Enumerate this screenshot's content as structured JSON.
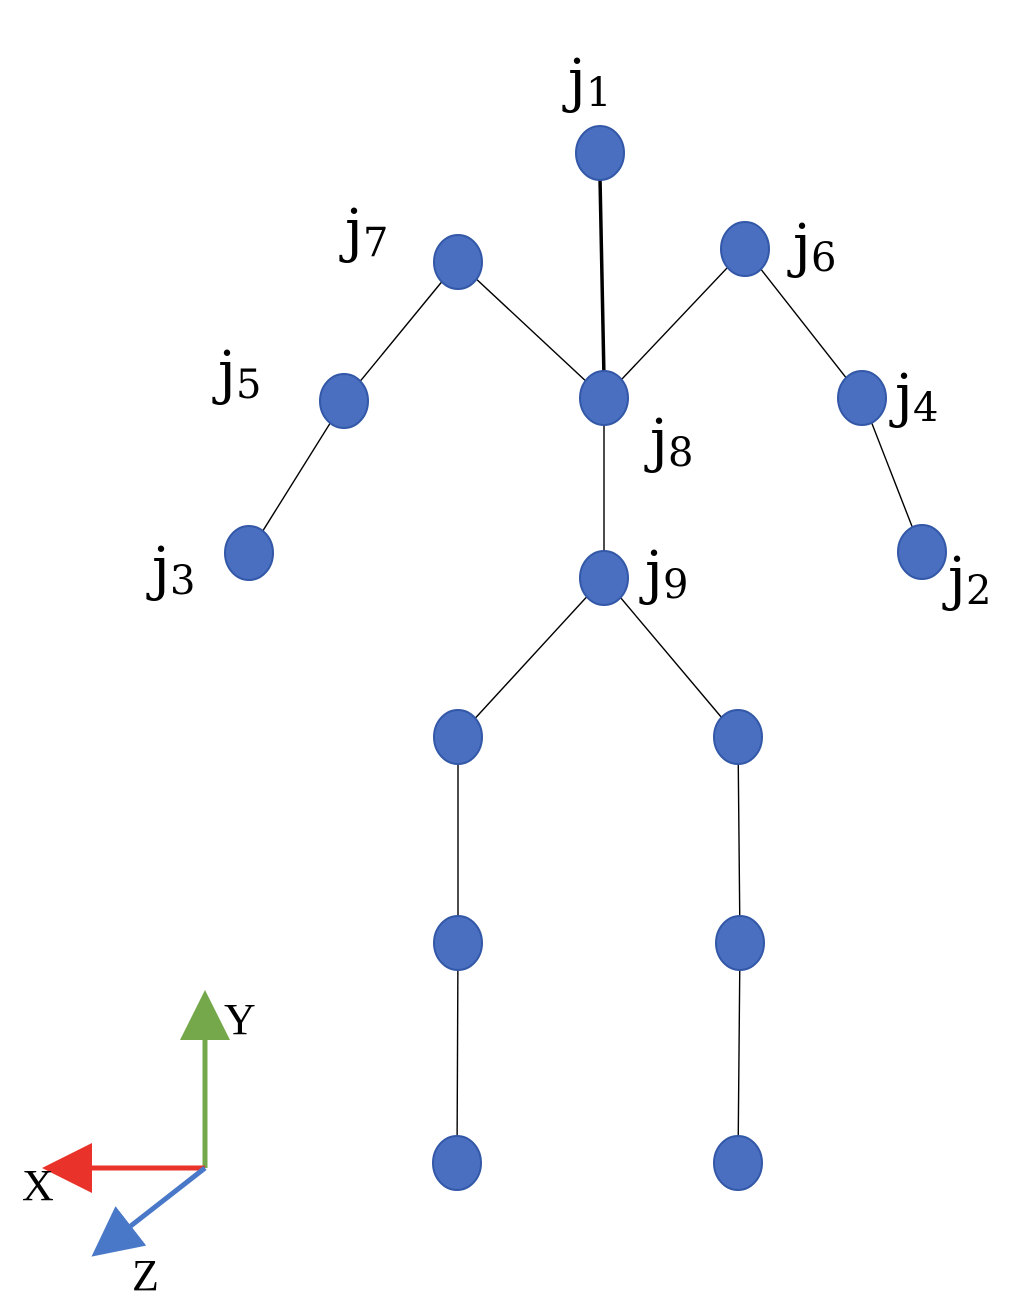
{
  "diagram": {
    "joint_color": "#4a6fc1",
    "joint_outline_color": "#3358a8",
    "bone_color": "#000000",
    "labels": {
      "j1": {
        "symbol": "j",
        "index": "1"
      },
      "j2": {
        "symbol": "j",
        "index": "2"
      },
      "j3": {
        "symbol": "j",
        "index": "3"
      },
      "j4": {
        "symbol": "j",
        "index": "4"
      },
      "j5": {
        "symbol": "j",
        "index": "5"
      },
      "j6": {
        "symbol": "j",
        "index": "6"
      },
      "j7": {
        "symbol": "j",
        "index": "7"
      },
      "j8": {
        "symbol": "j",
        "index": "8"
      },
      "j9": {
        "symbol": "j",
        "index": "9"
      }
    }
  },
  "axes": {
    "x_label": "X",
    "y_label": "Y",
    "z_label": "Z",
    "x_color": "#e8322a",
    "y_color": "#74a84a",
    "z_color": "#4a78c8"
  }
}
